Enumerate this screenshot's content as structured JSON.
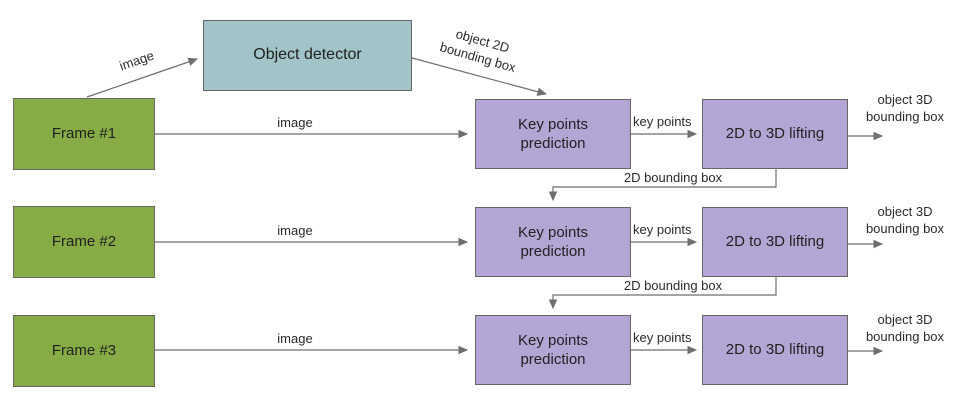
{
  "colors": {
    "frame_fill": "#87ac45",
    "detector_fill": "#a2c4c9",
    "module_fill": "#b3a6d5",
    "node_border": "#666666",
    "arrow": "#6e6e6e",
    "text": "#212121"
  },
  "detector": {
    "label": "Object detector"
  },
  "edges": {
    "frame1_to_detector": "image",
    "detector_to_keypoints1": "object 2D bounding box",
    "lifting1_to_keypoints2": "2D bounding box",
    "lifting2_to_keypoints3": "2D bounding box"
  },
  "rows": [
    {
      "frame": "Frame #1",
      "image_edge": "image",
      "keypoints": "Key points prediction",
      "keypoints_edge": "key points",
      "lifting": "2D to 3D lifting",
      "output_edge": "object 3D bounding box"
    },
    {
      "frame": "Frame #2",
      "image_edge": "image",
      "keypoints": "Key points prediction",
      "keypoints_edge": "key points",
      "lifting": "2D to 3D lifting",
      "output_edge": "object 3D bounding box"
    },
    {
      "frame": "Frame #3",
      "image_edge": "image",
      "keypoints": "Key points prediction",
      "keypoints_edge": "key points",
      "lifting": "2D to 3D lifting",
      "output_edge": "object 3D bounding box"
    }
  ]
}
